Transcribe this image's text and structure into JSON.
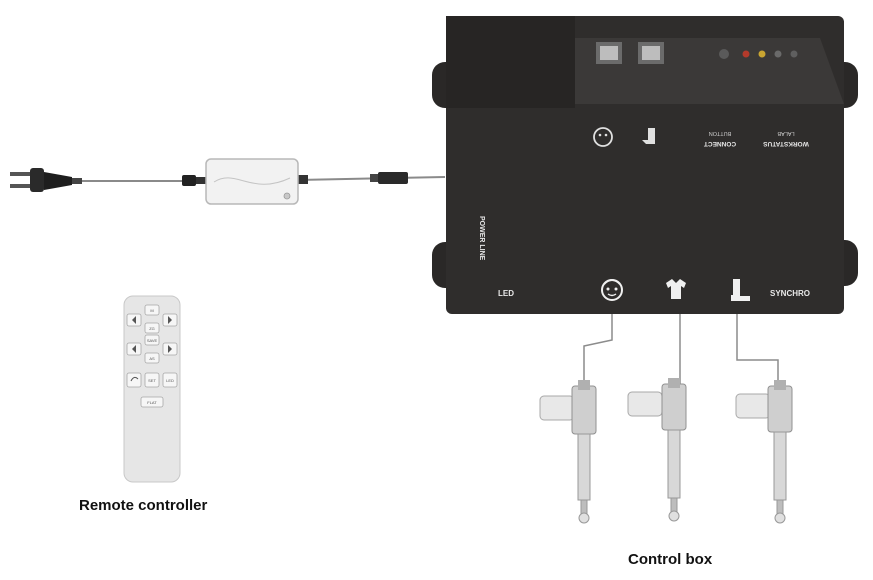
{
  "captions": {
    "remote": "Remote controller",
    "control_box": "Control box"
  },
  "box_labels": {
    "power_line": "POWER LINE",
    "led": "LED",
    "synchro": "SYNCHRO",
    "workstatus": "WORKSTATUS",
    "workstatus_sub": "LALAB",
    "connect": "CONNECT",
    "connect_sub": "BUTTON"
  },
  "remote_buttons": {
    "memory": "M",
    "set": "SET",
    "save": "SAVE",
    "light": "LED",
    "zero_g": "ZG",
    "flat": "FLAT",
    "anti_snore": "AS"
  },
  "colors": {
    "box_body": "#2f2d2c",
    "box_top": "#3a3837",
    "remote_body": "#e6e6e6",
    "cable": "#9a9a9a",
    "label_text": "#e8e8e8"
  },
  "icons": [
    "plug-icon",
    "adapter-icon",
    "head-icon",
    "shirt-icon",
    "foot-icon",
    "actuator-icon"
  ]
}
